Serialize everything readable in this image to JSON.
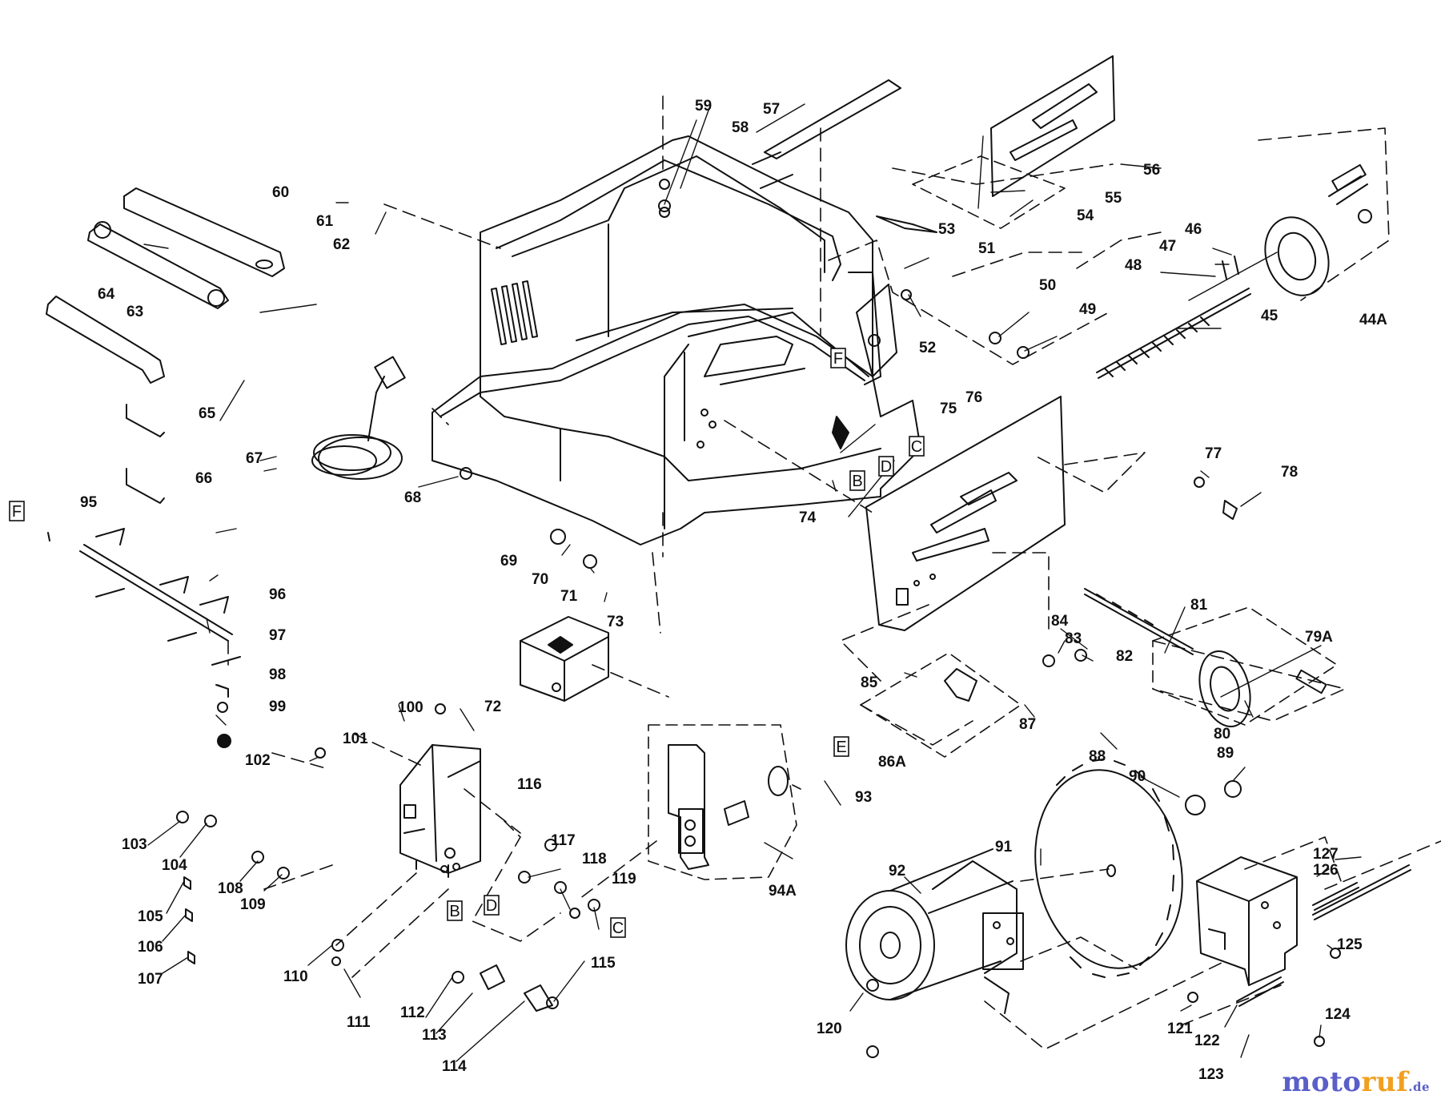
{
  "diagram": {
    "callouts": [
      "44A",
      "45",
      "46",
      "47",
      "48",
      "49",
      "50",
      "51",
      "52",
      "53",
      "54",
      "55",
      "56",
      "57",
      "58",
      "59",
      "60",
      "61",
      "62",
      "63",
      "64",
      "65",
      "66",
      "67",
      "68",
      "69",
      "70",
      "71",
      "72",
      "73",
      "74",
      "75",
      "76",
      "77",
      "78",
      "79A",
      "80",
      "81",
      "82",
      "83",
      "84",
      "85",
      "86A",
      "87",
      "88",
      "89",
      "90",
      "91",
      "92",
      "93",
      "94A",
      "95",
      "96",
      "97",
      "98",
      "99",
      "100",
      "101",
      "102",
      "103",
      "104",
      "105",
      "106",
      "107",
      "108",
      "109",
      "110",
      "111",
      "112",
      "113",
      "114",
      "115",
      "116",
      "117",
      "118",
      "119",
      "120",
      "121",
      "122",
      "123",
      "124",
      "125",
      "126",
      "127"
    ],
    "letter_markers": [
      "F",
      "E",
      "D",
      "C",
      "B"
    ]
  },
  "watermark": {
    "main_a": "moto",
    "main_b": "ruf",
    "suffix": ".de"
  }
}
